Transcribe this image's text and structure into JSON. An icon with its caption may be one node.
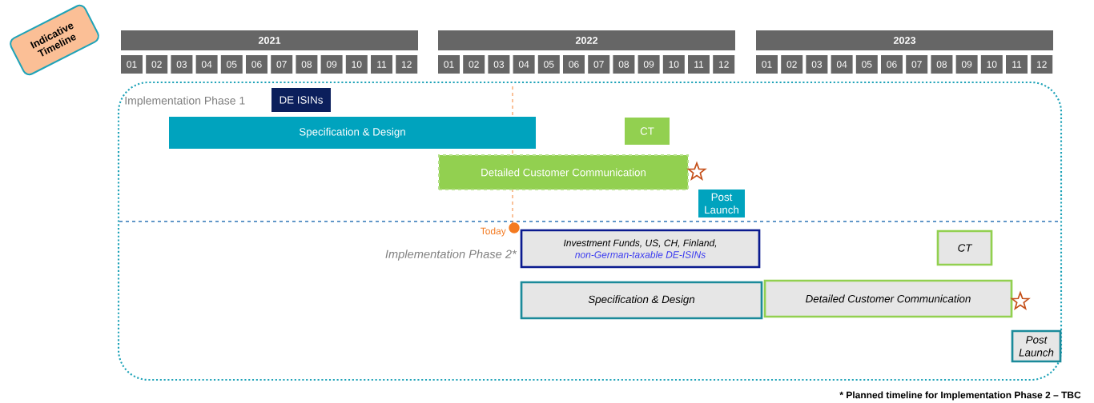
{
  "diagram": {
    "nodes": [
      {
        "text": [
          "Indicative Timeline"
        ]
      },
      {
        "text": [
          "2021"
        ]
      },
      {
        "text": [
          "01"
        ]
      },
      {
        "text": [
          "02"
        ]
      },
      {
        "text": [
          "03"
        ]
      },
      {
        "text": [
          "04"
        ]
      },
      {
        "text": [
          "05"
        ]
      },
      {
        "text": [
          "06"
        ]
      },
      {
        "text": [
          "07"
        ]
      },
      {
        "text": [
          "08"
        ]
      },
      {
        "text": [
          "09"
        ]
      },
      {
        "text": [
          "10"
        ]
      },
      {
        "text": [
          "11"
        ]
      },
      {
        "text": [
          "12"
        ]
      },
      {
        "text": [
          "2022"
        ]
      },
      {
        "text": [
          "01"
        ]
      },
      {
        "text": [
          "02"
        ]
      },
      {
        "text": [
          "03"
        ]
      },
      {
        "text": [
          "04"
        ]
      },
      {
        "text": [
          "05"
        ]
      },
      {
        "text": [
          "06"
        ]
      },
      {
        "text": [
          "07"
        ]
      },
      {
        "text": [
          "08"
        ]
      },
      {
        "text": [
          "09"
        ]
      },
      {
        "text": [
          "10"
        ]
      },
      {
        "text": [
          "11"
        ]
      },
      {
        "text": [
          "12"
        ]
      },
      {
        "text": [
          "2023"
        ]
      },
      {
        "text": [
          "01"
        ]
      },
      {
        "text": [
          "02"
        ]
      },
      {
        "text": [
          "03"
        ]
      },
      {
        "text": [
          "04"
        ]
      },
      {
        "text": [
          "05"
        ]
      },
      {
        "text": [
          "06"
        ]
      },
      {
        "text": [
          "07"
        ]
      },
      {
        "text": [
          "08"
        ]
      },
      {
        "text": [
          "09"
        ]
      },
      {
        "text": [
          "10"
        ]
      },
      {
        "text": [
          "11"
        ]
      },
      {
        "text": [
          "12"
        ]
      },
      {
        "text": [],
        "shape": "box"
      },
      {
        "text": [
          "DE ISINs"
        ],
        "in": 40
      },
      {
        "text": [
          "Specification & Design"
        ],
        "in": 40
      },
      {
        "text": [
          "CT"
        ],
        "in": 40
      },
      {
        "text": [
          "Detailed Customer Communication"
        ],
        "in": 40
      },
      {
        "text": [
          "Post Launch"
        ],
        "in": 40
      },
      {
        "text": [
          "Investment Funds, US, CH, Finland,",
          "non-German-taxable DE-ISINs"
        ],
        "in": 40
      },
      {
        "text": [
          "CT"
        ],
        "in": 40
      },
      {
        "text": [
          "Specification & Design"
        ],
        "in": 40
      },
      {
        "text": [
          "Detailed Customer Communication"
        ],
        "in": 40
      },
      {
        "text": [
          "Post Launch"
        ],
        "in": 40
      }
    ],
    "labels": [
      "Implementation Phase 1",
      "Today",
      "Implementation Phase 2*",
      "* Planned timeline for Implementation Phase 2 – TBC"
    ]
  }
}
